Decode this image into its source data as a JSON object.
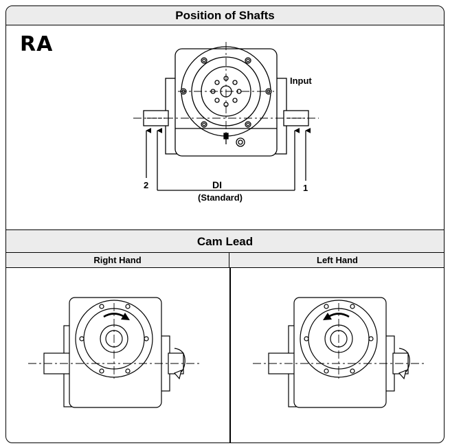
{
  "header": {
    "title": "Position of Shafts"
  },
  "configuration": {
    "code": "RA"
  },
  "labels": {
    "input": "Input",
    "position_two": "2",
    "position_one": "1",
    "di": "DI",
    "standard": "(Standard)"
  },
  "cam_lead": {
    "title": "Cam Lead",
    "right_hand": "Right Hand",
    "left_hand": "Left Hand"
  }
}
